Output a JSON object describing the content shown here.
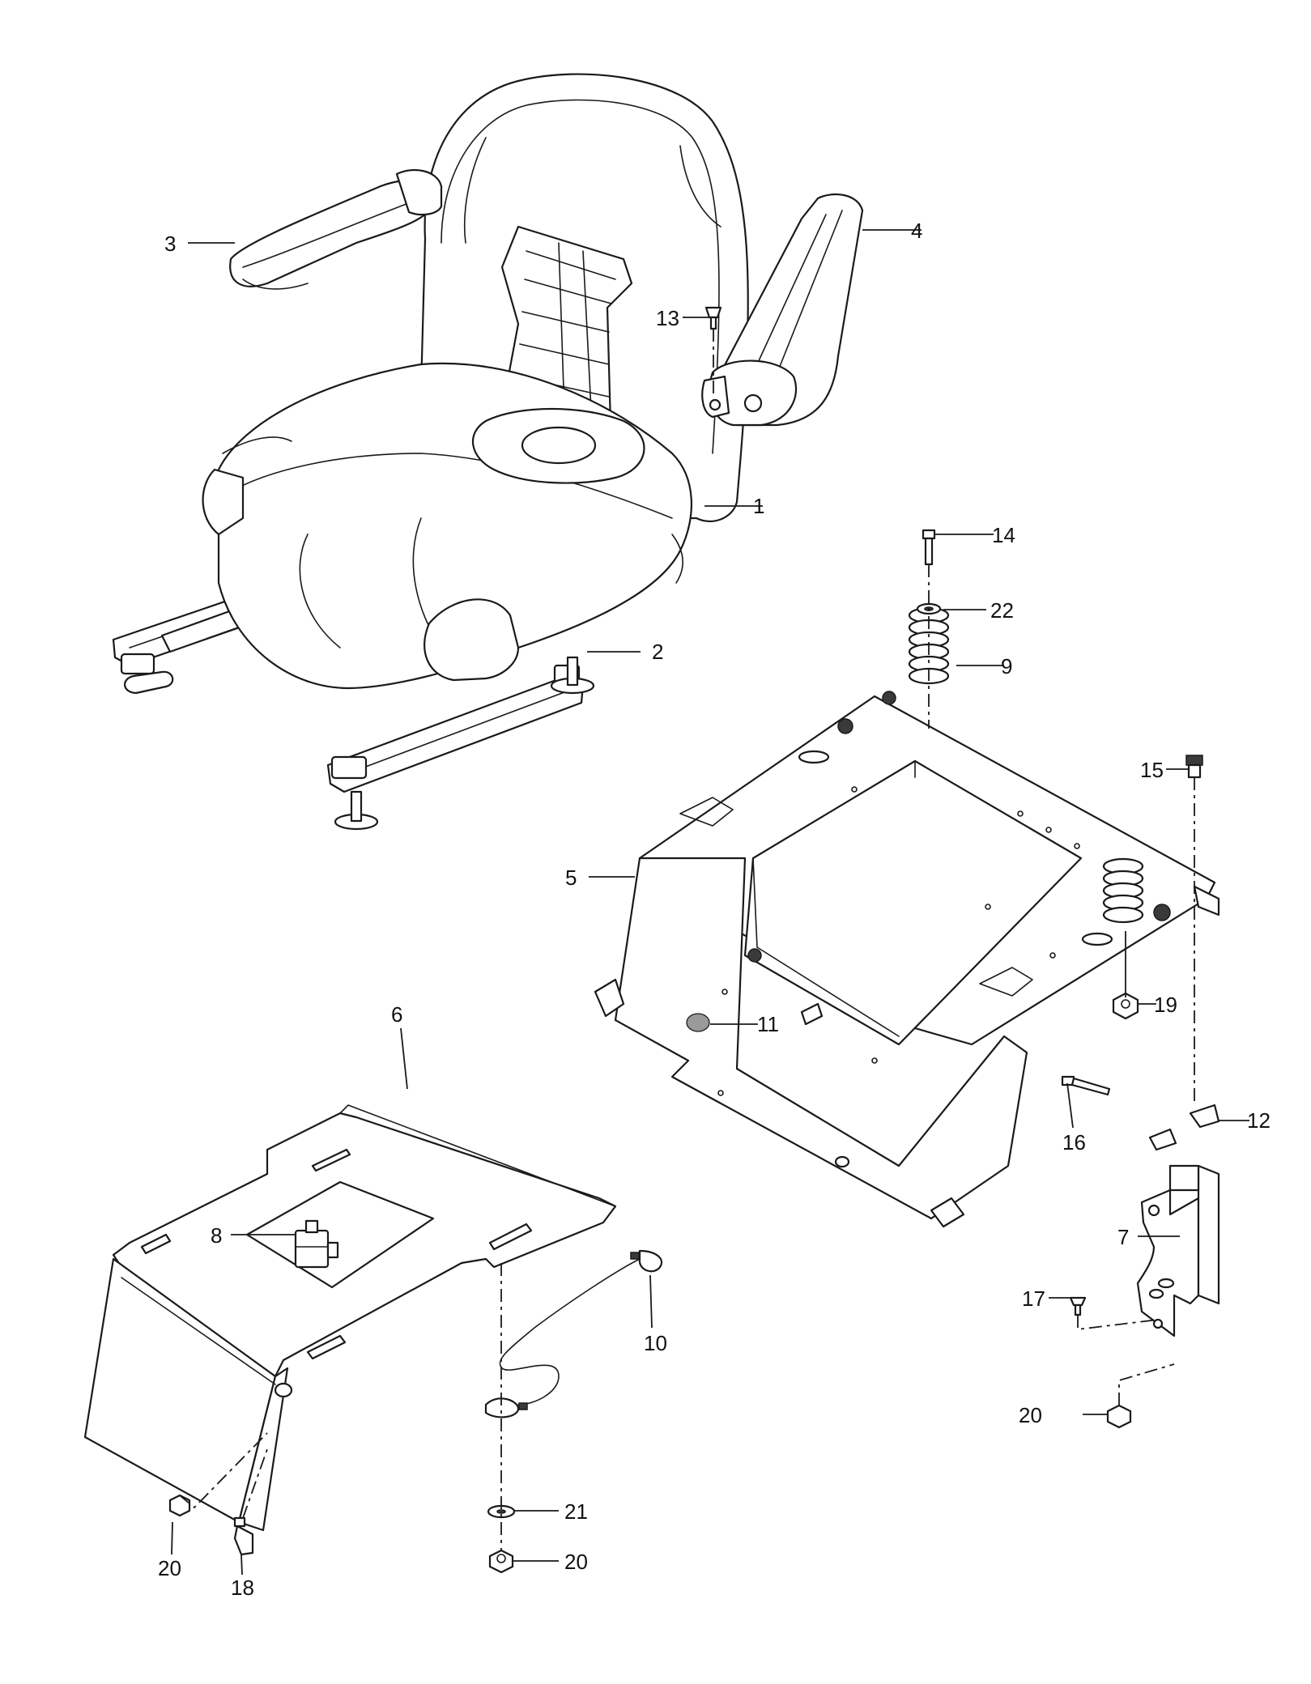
{
  "callouts": [
    {
      "id": "1",
      "label": "1"
    },
    {
      "id": "2",
      "label": "2"
    },
    {
      "id": "3",
      "label": "3"
    },
    {
      "id": "4",
      "label": "4"
    },
    {
      "id": "5",
      "label": "5"
    },
    {
      "id": "6",
      "label": "6"
    },
    {
      "id": "7",
      "label": "7"
    },
    {
      "id": "8",
      "label": "8"
    },
    {
      "id": "9",
      "label": "9"
    },
    {
      "id": "10",
      "label": "10"
    },
    {
      "id": "11",
      "label": "11"
    },
    {
      "id": "12",
      "label": "12"
    },
    {
      "id": "13",
      "label": "13"
    },
    {
      "id": "14",
      "label": "14"
    },
    {
      "id": "15",
      "label": "15"
    },
    {
      "id": "16",
      "label": "16"
    },
    {
      "id": "17",
      "label": "17"
    },
    {
      "id": "18",
      "label": "18"
    },
    {
      "id": "19",
      "label": "19"
    },
    {
      "id": "20a",
      "label": "20"
    },
    {
      "id": "20b",
      "label": "20"
    },
    {
      "id": "20c",
      "label": "20"
    },
    {
      "id": "21",
      "label": "21"
    },
    {
      "id": "22",
      "label": "22"
    }
  ]
}
